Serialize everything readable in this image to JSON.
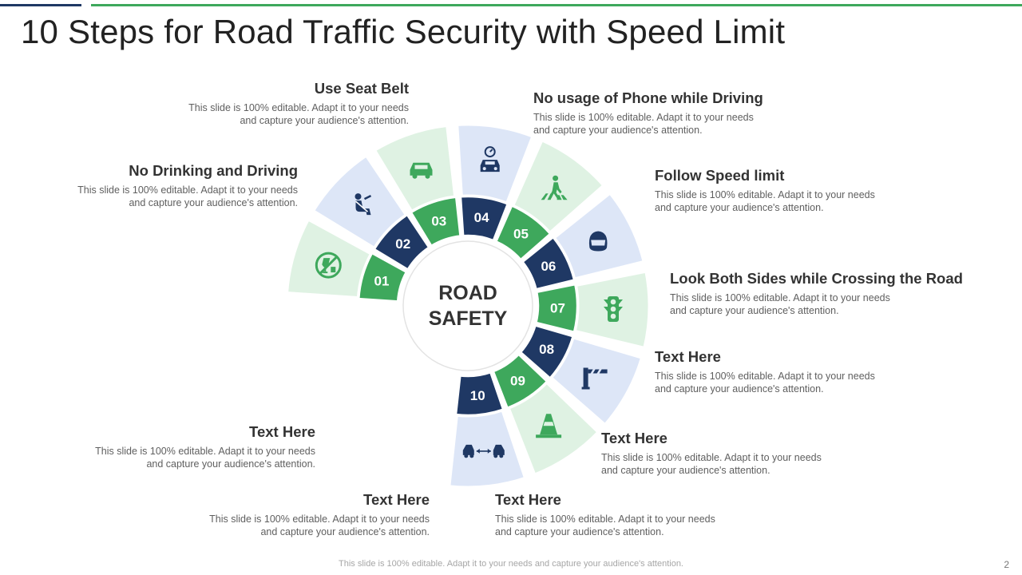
{
  "page": {
    "title": "10 Steps for Road Traffic Security with Speed Limit",
    "footer": "This slide is 100% editable. Adapt it to your needs and capture your audience's attention.",
    "page_number": "2"
  },
  "center": {
    "line1": "ROAD",
    "line2": "SAFETY"
  },
  "colors": {
    "navy": "#1f3864",
    "green": "#3ea85c",
    "light_green": "#dff2e3",
    "light_blue": "#dde6f7"
  },
  "steps": [
    {
      "number": "01",
      "title": "No Drinking and Driving",
      "desc_line1": "This slide is 100% editable. Adapt it to your needs",
      "desc_line2": "and capture your audience's attention.",
      "icon": "no-drinking-icon",
      "theme": "green"
    },
    {
      "number": "02",
      "title": "Use Seat Belt",
      "desc_line1": "This slide is 100% editable. Adapt it to your needs",
      "desc_line2": "and capture your audience's attention.",
      "icon": "seat-belt-icon",
      "theme": "navy"
    },
    {
      "number": "03",
      "title": "No usage of Phone while Driving",
      "desc_line1": "This slide is 100% editable. Adapt it to your needs",
      "desc_line2": "and capture your audience's attention.",
      "icon": "car-icon",
      "theme": "green"
    },
    {
      "number": "04",
      "title": "Follow Speed limit",
      "desc_line1": "This slide is 100% editable. Adapt it to your needs",
      "desc_line2": "and capture your audience's attention.",
      "icon": "speedometer-car-icon",
      "theme": "navy"
    },
    {
      "number": "05",
      "title": "Look Both Sides while Crossing the Road",
      "desc_line1": "This slide is 100% editable. Adapt it to your needs",
      "desc_line2": "and capture your audience's attention.",
      "icon": "pedestrian-crossing-icon",
      "theme": "green"
    },
    {
      "number": "06",
      "title": "Text Here",
      "desc_line1": "This slide is 100% editable. Adapt it to your needs",
      "desc_line2": "and capture your audience's attention.",
      "icon": "helmet-icon",
      "theme": "navy"
    },
    {
      "number": "07",
      "title": "Text Here",
      "desc_line1": "This slide is 100% editable. Adapt it to your needs",
      "desc_line2": "and capture your audience's attention.",
      "icon": "traffic-light-icon",
      "theme": "green"
    },
    {
      "number": "08",
      "title": "Text Here",
      "desc_line1": "This slide is 100% editable. Adapt it to your needs",
      "desc_line2": "and capture your audience's attention.",
      "icon": "barrier-gate-icon",
      "theme": "navy"
    },
    {
      "number": "09",
      "title": "Text Here",
      "desc_line1": "This slide is 100% editable. Adapt it to your needs",
      "desc_line2": "and capture your audience's attention.",
      "icon": "traffic-cone-icon",
      "theme": "green"
    },
    {
      "number": "10",
      "title": "Text Here",
      "desc_line1": "This slide is 100% editable. Adapt it to your needs",
      "desc_line2": "and capture your audience's attention.",
      "icon": "car-distance-icon",
      "theme": "navy"
    }
  ]
}
